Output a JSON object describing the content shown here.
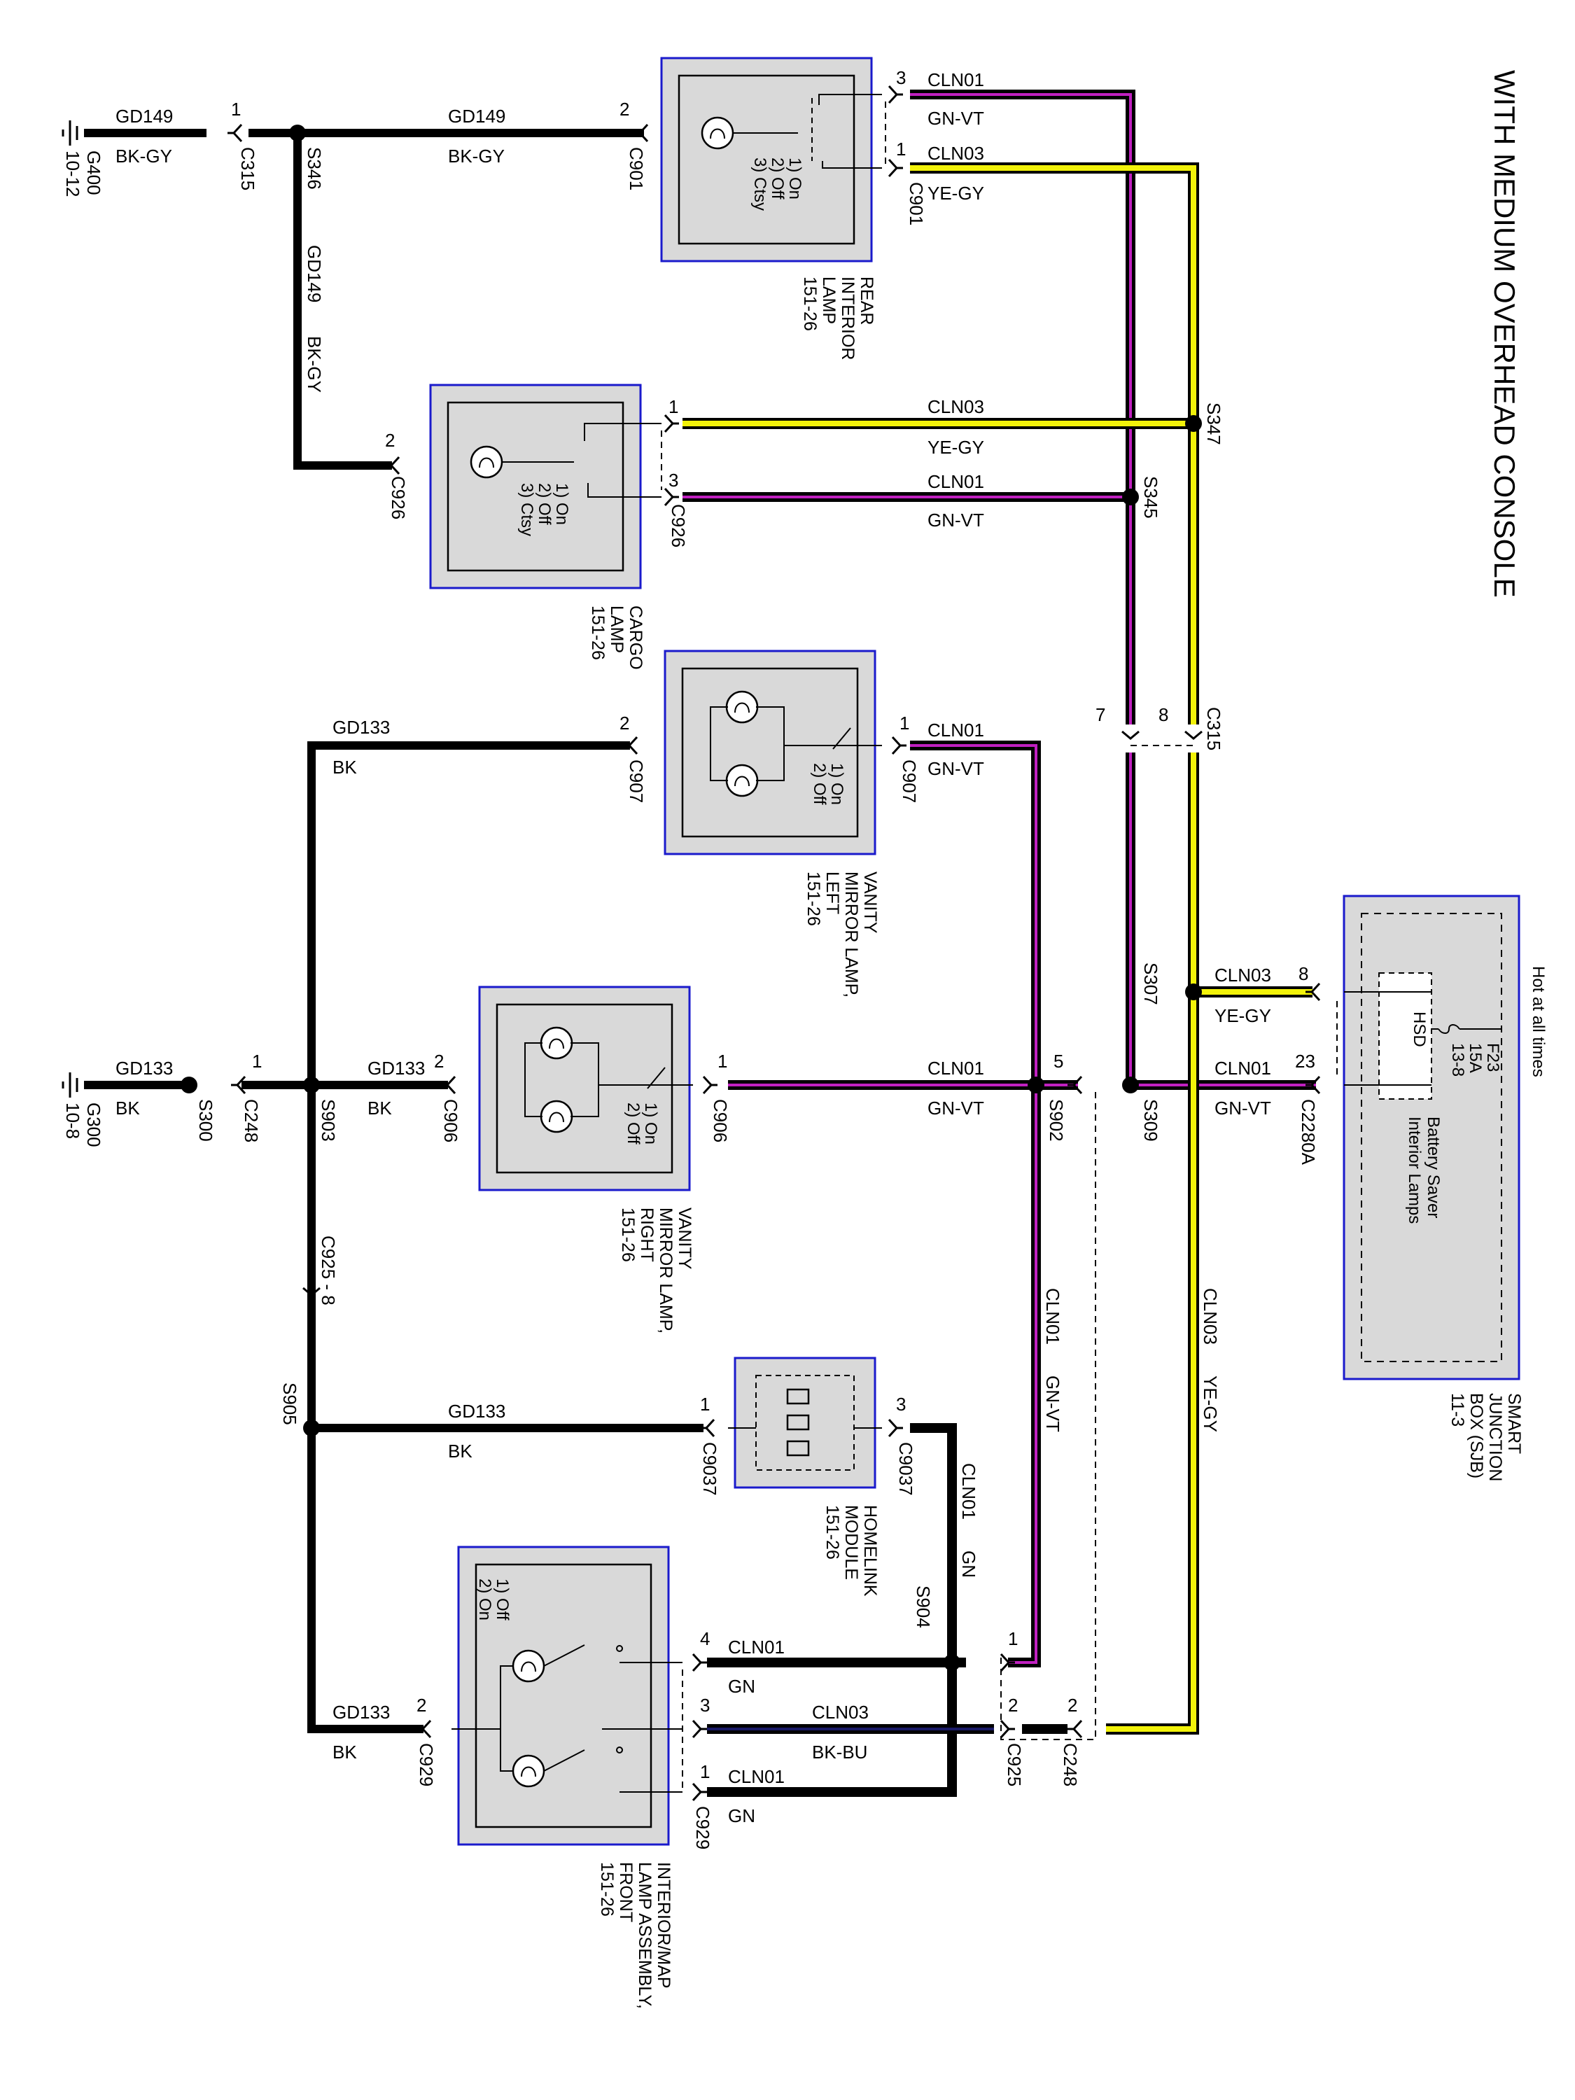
{
  "title": "WITH MEDIUM OVERHEAD CONSOLE",
  "grounds": {
    "g400": {
      "name": "G400",
      "ref": "10-12"
    },
    "g300": {
      "name": "G300",
      "ref": "10-8"
    }
  },
  "circuits": {
    "gd149": {
      "name": "GD149",
      "color": "BK-GY"
    },
    "gd133": {
      "name": "GD133",
      "color": "BK"
    },
    "cln01_gnvt": {
      "name": "CLN01",
      "color": "GN-VT"
    },
    "cln03_yegy": {
      "name": "CLN03",
      "color": "YE-GY"
    },
    "cln01_gn": {
      "name": "CLN01",
      "color": "GN"
    },
    "cln03_bkbu": {
      "name": "CLN03",
      "color": "BK-BU"
    }
  },
  "components": {
    "rear_lamp": {
      "line1": "REAR",
      "line2": "INTERIOR",
      "line3": "LAMP",
      "ref": "151-26"
    },
    "cargo_lamp": {
      "line1": "CARGO",
      "line2": "LAMP",
      "ref": "151-26"
    },
    "vanity_left": {
      "line1": "VANITY",
      "line2": "MIRROR LAMP,",
      "line3": "LEFT",
      "ref": "151-26"
    },
    "vanity_right": {
      "line1": "VANITY",
      "line2": "MIRROR LAMP,",
      "line3": "RIGHT",
      "ref": "151-26"
    },
    "homelink": {
      "line1": "HOMELINK",
      "line2": "MODULE",
      "ref": "151-26"
    },
    "front_lamp": {
      "line1": "INTERIOR/MAP",
      "line2": "LAMP ASSEMBLY,",
      "line3": "FRONT",
      "ref": "151-26"
    },
    "sjb": {
      "line1": "SMART",
      "line2": "JUNCTION",
      "line3": "BOX (SJB)",
      "ref": "11-3"
    }
  },
  "switch_positions": {
    "three_pos": [
      "1) On",
      "2) Off",
      "3) Ctsy"
    ],
    "two_pos": [
      "1) On",
      "2) Off"
    ],
    "front": [
      "1) Off",
      "2) On"
    ]
  },
  "sjb": {
    "hot": "Hot at all times",
    "fuse": "F23",
    "fuse_rating": "15A",
    "fuse_ref": "13-8",
    "hsd": "HSD",
    "saver": [
      "Battery Saver",
      "Interior Lamps"
    ]
  },
  "connectors": {
    "c315": "C315",
    "c901": "C901",
    "c926": "C926",
    "c907": "C907",
    "c248": "C248",
    "c906": "C906",
    "c2280a": "C2280A",
    "c925": "C925",
    "c925_8": "C925 - 8",
    "c9037": "C9037",
    "c929": "C929"
  },
  "splices": {
    "s346": "S346",
    "s347": "S347",
    "s345": "S345",
    "s307": "S307",
    "s309": "S309",
    "s902": "S902",
    "s903": "S903",
    "s300": "S300",
    "s905": "S905",
    "s904": "S904"
  },
  "pins": {
    "p1": "1",
    "p2": "2",
    "p3": "3",
    "p4": "4",
    "p5": "5",
    "p7": "7",
    "p8": "8",
    "p23": "23"
  }
}
